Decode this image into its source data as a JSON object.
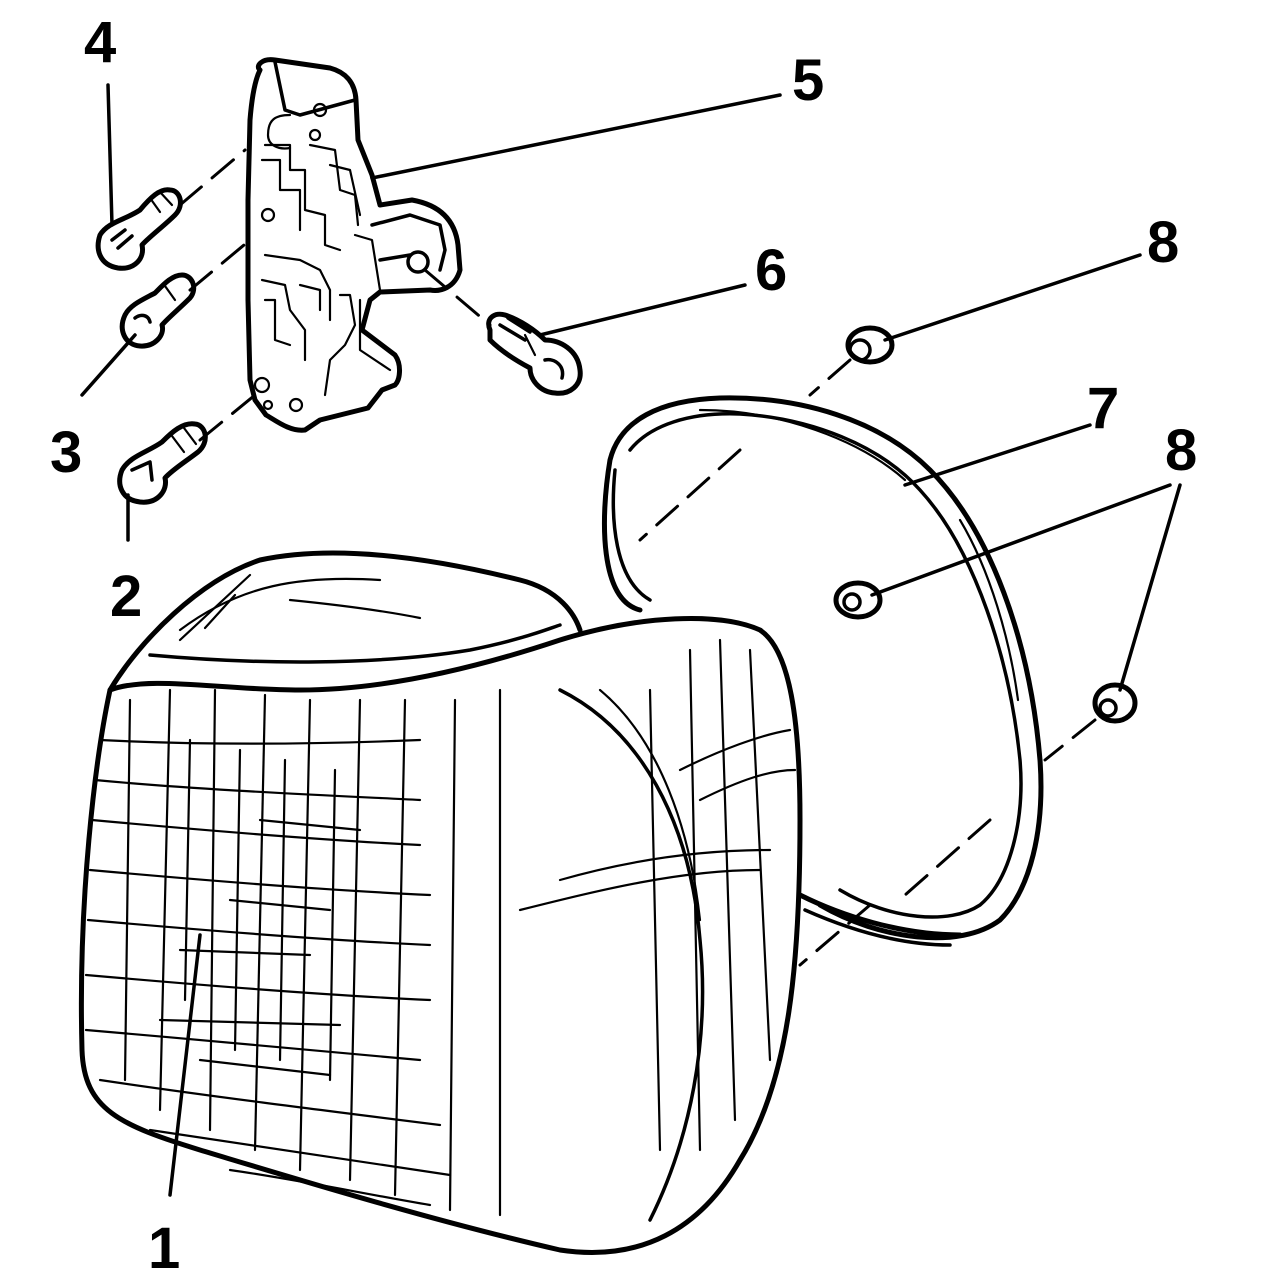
{
  "diagram": {
    "callouts": [
      {
        "id": "1",
        "label": "1"
      },
      {
        "id": "2",
        "label": "2"
      },
      {
        "id": "3",
        "label": "3"
      },
      {
        "id": "4",
        "label": "4"
      },
      {
        "id": "5",
        "label": "5"
      },
      {
        "id": "6",
        "label": "6"
      },
      {
        "id": "7",
        "label": "7"
      },
      {
        "id": "8a",
        "label": "8"
      },
      {
        "id": "8b",
        "label": "8"
      }
    ],
    "colors": {
      "ink": "#000000",
      "paper": "#ffffff"
    }
  }
}
